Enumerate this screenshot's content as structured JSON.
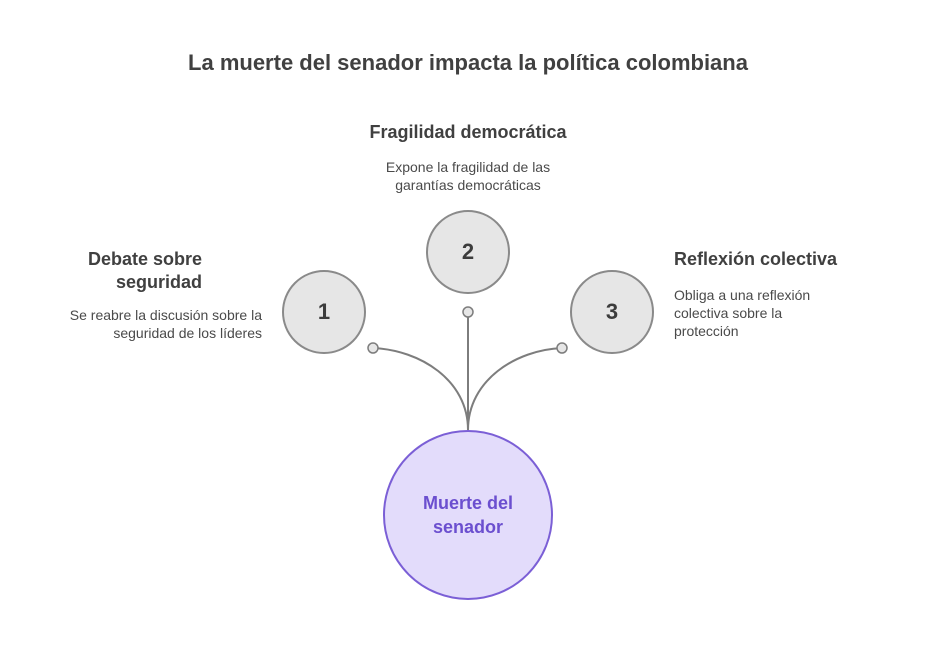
{
  "title": "La muerte del senador impacta la política colombiana",
  "center": {
    "label": "Muerte del senador"
  },
  "nodes": [
    {
      "number": "1",
      "heading": "Debate sobre seguridad",
      "description": "Se reabre la discusión sobre la seguridad de los líderes"
    },
    {
      "number": "2",
      "heading": "Fragilidad democrática",
      "description": "Expone la fragilidad de las garantías democráticas"
    },
    {
      "number": "3",
      "heading": "Reflexión colectiva",
      "description": "Obliga a una reflexión colectiva sobre la protección"
    }
  ],
  "colors": {
    "center_fill": "#e3dcfb",
    "center_border": "#7b5fd6",
    "center_text": "#6b4fcf",
    "node_fill": "#e6e6e6",
    "node_border": "#8a8a8a",
    "connector": "#7d7d7d"
  }
}
